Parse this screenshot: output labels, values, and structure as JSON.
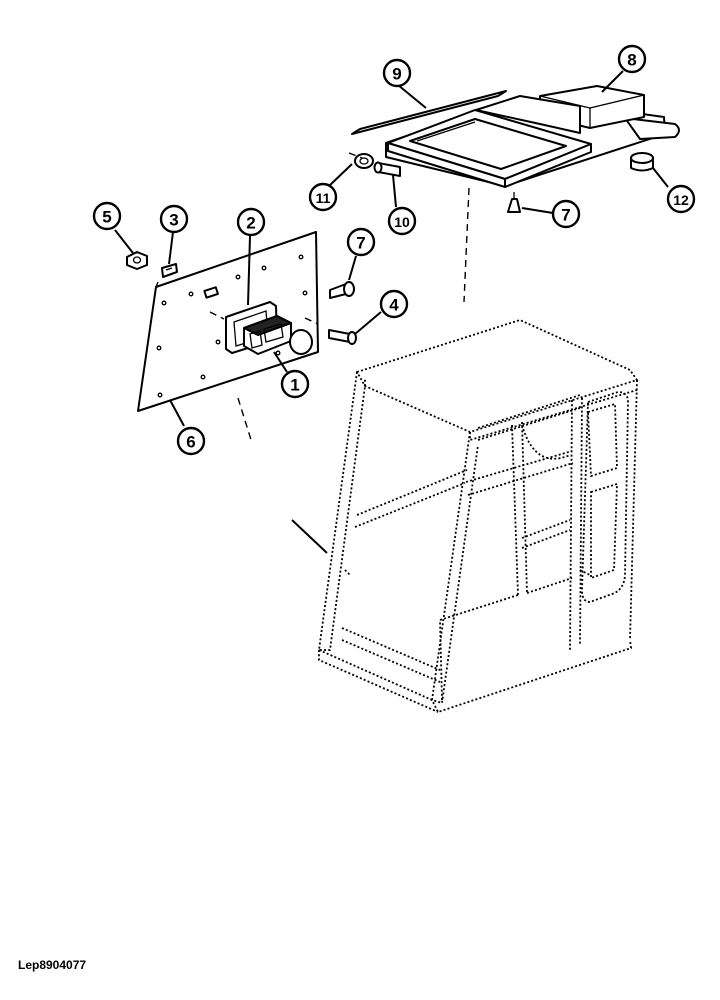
{
  "drawing_ref": "Lep8904077",
  "callouts": [
    "1",
    "2",
    "3",
    "4",
    "5",
    "6",
    "7",
    "7",
    "8",
    "9",
    "10",
    "11",
    "12"
  ]
}
